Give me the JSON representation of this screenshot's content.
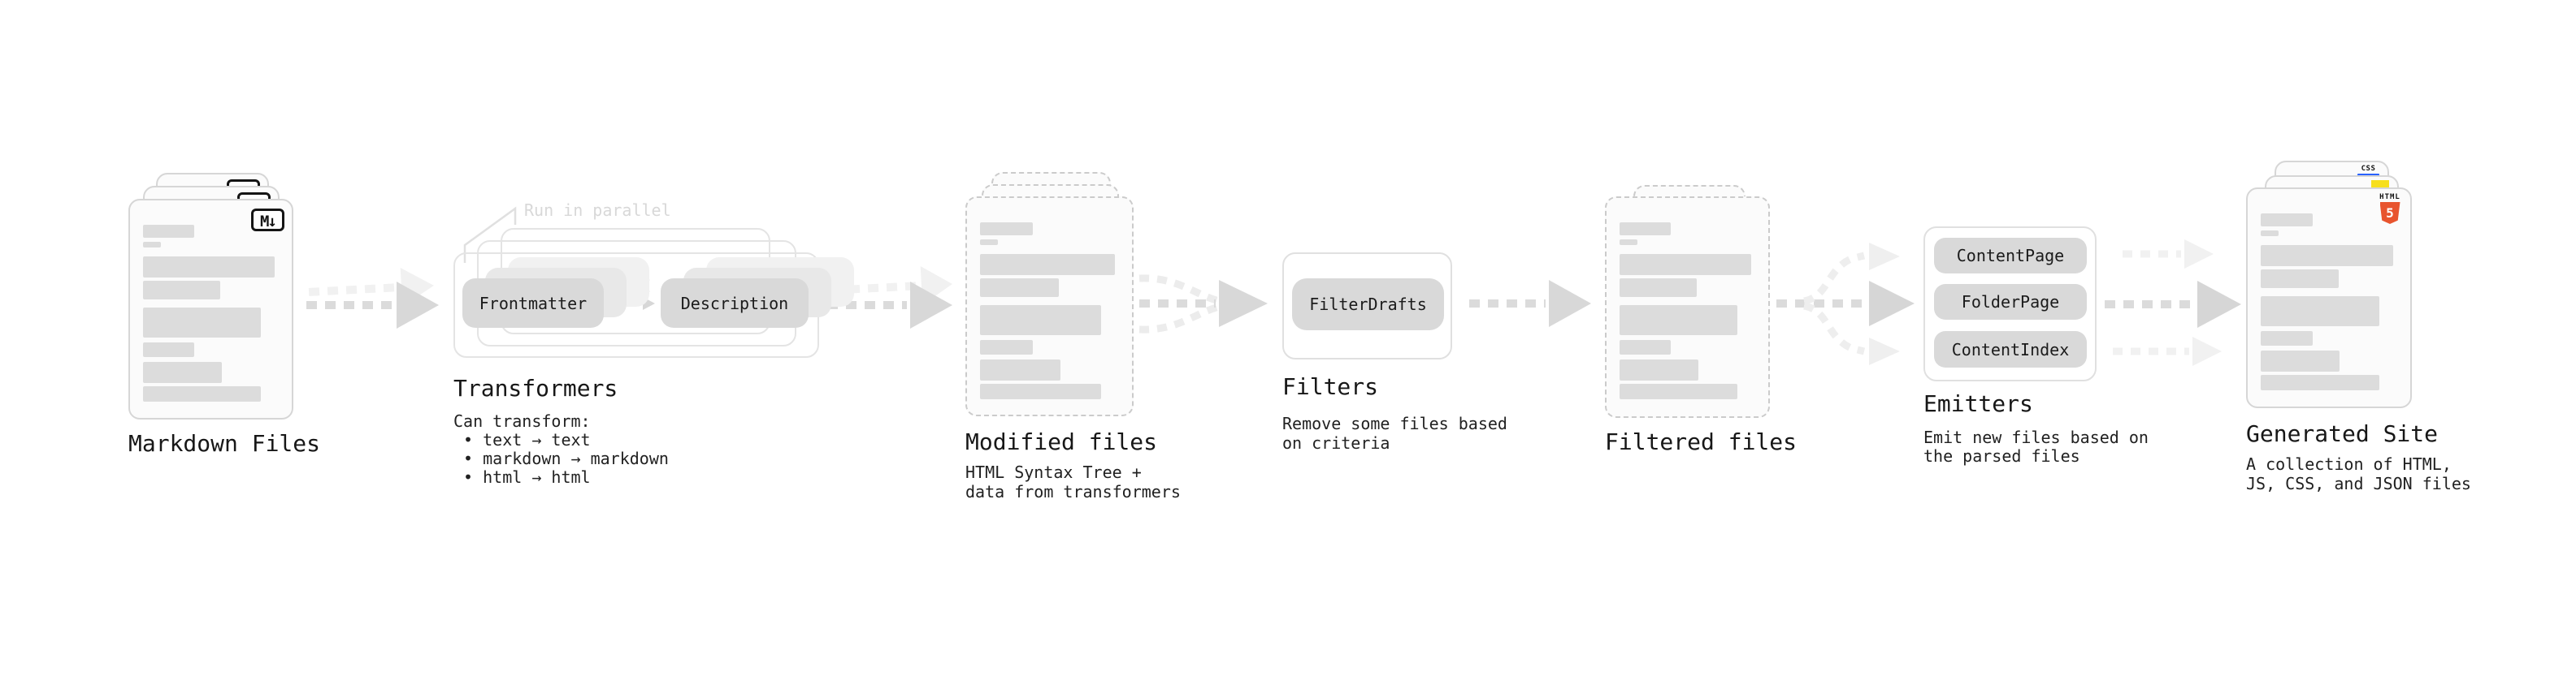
{
  "diagram": {
    "markdown_files": {
      "label": "Markdown Files",
      "badge": "M↓"
    },
    "transformers": {
      "callout": "Run in parallel",
      "pill_left": "Frontmatter",
      "pill_right": "Description",
      "label": "Transformers",
      "description": "Can transform:\n • text → text\n • markdown → markdown\n • html → html"
    },
    "modified_files": {
      "label": "Modified files",
      "description": "HTML Syntax Tree +\ndata from transformers"
    },
    "filters": {
      "pill": "FilterDrafts",
      "label": "Filters",
      "description": "Remove some files based\non criteria"
    },
    "filtered_files": {
      "label": "Filtered files"
    },
    "emitters": {
      "pills": [
        "ContentPage",
        "FolderPage",
        "ContentIndex"
      ],
      "label": "Emitters",
      "description": "Emit new files based on\nthe parsed files"
    },
    "generated_site": {
      "label": "Generated Site",
      "description": "A collection of HTML,\nJS, CSS, and JSON files",
      "badge_html_word": "HTML",
      "badge_html_number": "5",
      "badge_css": "CSS"
    }
  },
  "colors": {
    "html5_orange": "#e8542e",
    "js_yellow": "#f7df1e",
    "css_blue": "#2962ff",
    "pill_gray": "#d9d9d9",
    "bar_gray": "#dcdcdc",
    "arrow_gray": "#dbdbdb",
    "arrow_light": "#f1f1f1"
  },
  "file_card_bars": [
    {
      "w": 38,
      "h": 16,
      "mt": 30
    },
    {
      "w": 13,
      "h": 7,
      "mt": 5
    },
    {
      "w": 97,
      "h": 26,
      "mt": 11
    },
    {
      "w": 57,
      "h": 23,
      "mt": 4
    },
    {
      "w": 87,
      "h": 37,
      "mt": 10
    },
    {
      "w": 38,
      "h": 18,
      "mt": 6
    },
    {
      "w": 58,
      "h": 26,
      "mt": 6
    },
    {
      "w": 87,
      "h": 19,
      "mt": 4
    }
  ]
}
